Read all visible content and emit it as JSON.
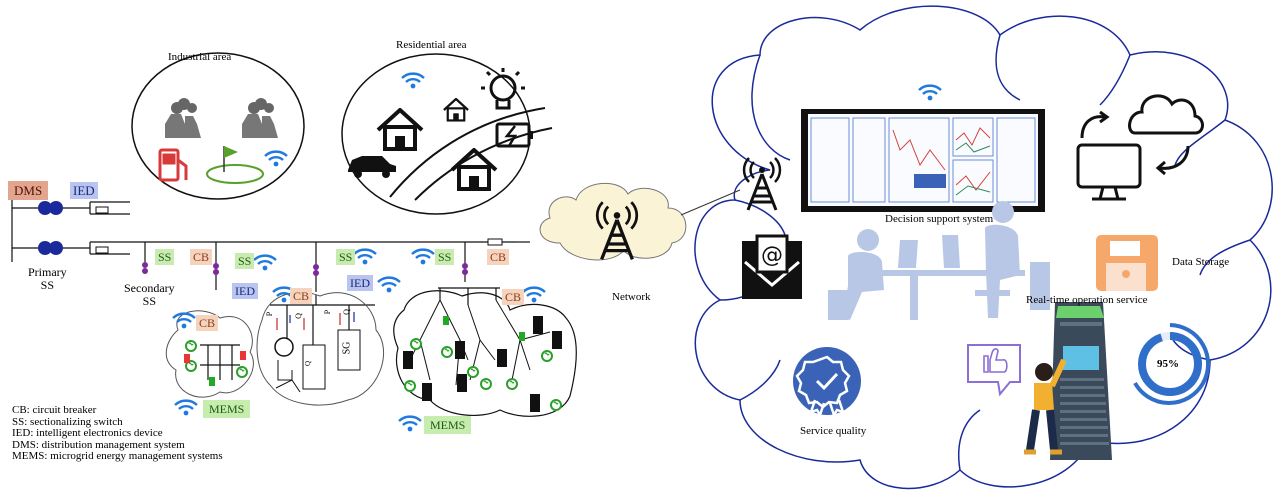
{
  "colors": {
    "cloud_outline": "#1a2a9a",
    "wifi": "#1f7ae0",
    "tower": "#111111",
    "people": "#b9c7e6",
    "cb_bg": "#f6d3bd",
    "ss_bg": "#c8ecb0",
    "ied_bg": "#b9c4f0",
    "dms_bg": "#e4a58e",
    "service_badge": "#3a63b8",
    "storage": "#f5a86a",
    "progress": "#2f6fc9"
  },
  "left": {
    "industrial_area": "Industrial area",
    "residential_area": "Residential area",
    "network": "Network",
    "dms": "DMS",
    "ied": "IED",
    "primary_ss": "Primary\nSS",
    "secondary_ss": "Secondary\nSS",
    "cb": "CB",
    "ss": "SS",
    "mems": "MEMS",
    "sg": "SG",
    "p_pvmg": "P",
    "q_pvmg": "Q",
    "p_sg": "P",
    "q_sg": "Q",
    "q_storage": "Q"
  },
  "legend": [
    "CB: circuit breaker",
    "SS: sectionalizing switch",
    "IED: intelligent electronics device",
    "DMS: distribution management system",
    "MEMS: microgrid energy management systems"
  ],
  "right": {
    "decision_support": "Decision support system",
    "data_storage": "Data Storage",
    "realtime_service": "Real-time operation service",
    "service_quality": "Service quality",
    "progress_percent": 95,
    "progress_label": "95%"
  },
  "icons": [
    "factory-icon",
    "fuel-pump-icon",
    "golf-icon",
    "wifi-icon",
    "house-icon",
    "car-icon",
    "lightbulb-icon",
    "battery-icon",
    "tower-icon",
    "email-icon",
    "monitor-icon",
    "cloud-icon",
    "floppy-disk-icon",
    "server-icon",
    "thumbs-up-icon",
    "badge-icon",
    "solar-icon"
  ]
}
